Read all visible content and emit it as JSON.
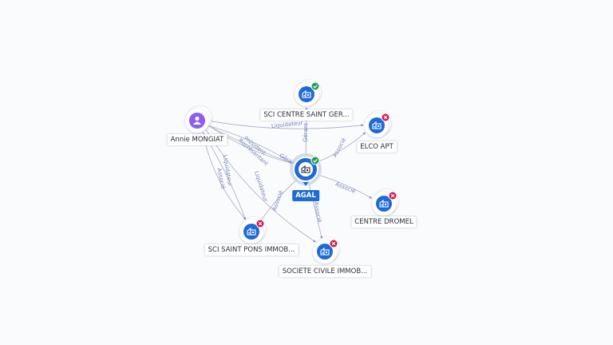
{
  "colors": {
    "node_blue": "#1e6bd6",
    "person_purple": "#8b5cf6",
    "active_green": "#1f9d55",
    "closed_red": "#d3184f",
    "edge_gray": "#a8adbf",
    "edge_text": "#7c83b8"
  },
  "nodes": [
    {
      "id": "agal",
      "label": "AGAL",
      "kind": "company-main",
      "status": "active",
      "icon": "building-icon"
    },
    {
      "id": "sci_centre",
      "label": "SCI CENTRE SAINT GER...",
      "kind": "company",
      "status": "active",
      "icon": "building-icon"
    },
    {
      "id": "elco",
      "label": "ELCO APT",
      "kind": "company",
      "status": "closed",
      "icon": "building-icon"
    },
    {
      "id": "centre_dromel",
      "label": "CENTRE DROMEL",
      "kind": "company",
      "status": "closed",
      "icon": "building-icon"
    },
    {
      "id": "societe_civile",
      "label": "SOCIETE CIVILE IMMOB...",
      "kind": "company",
      "status": "closed",
      "icon": "building-icon"
    },
    {
      "id": "sci_saint_pons",
      "label": "SCI SAINT PONS IMMOB...",
      "kind": "company",
      "status": "closed",
      "icon": "building-icon"
    },
    {
      "id": "annie",
      "label": "Annie MONGIAT",
      "kind": "person",
      "status": "none",
      "icon": "person-icon"
    }
  ],
  "edges": [
    {
      "from": "annie",
      "to": "elco",
      "label": "Liquidateur"
    },
    {
      "from": "annie",
      "to": "agal",
      "label": "Président"
    },
    {
      "from": "annie",
      "to": "agal",
      "label": "Représentant"
    },
    {
      "from": "annie",
      "to": "sci_saint_pons",
      "label": "Liquidateur"
    },
    {
      "from": "annie",
      "to": "sci_saint_pons",
      "label": "Associé"
    },
    {
      "from": "annie",
      "to": "societe_civile",
      "label": "Liquidateur"
    },
    {
      "from": "annie",
      "to": "agal",
      "label": "Gérant"
    },
    {
      "from": "agal",
      "to": "sci_centre",
      "label": "Gérant"
    },
    {
      "from": "agal",
      "to": "elco",
      "label": "Associé"
    },
    {
      "from": "agal",
      "to": "centre_dromel",
      "label": "Associé"
    },
    {
      "from": "agal",
      "to": "societe_civile",
      "label": "Associé"
    },
    {
      "from": "agal",
      "to": "sci_saint_pons",
      "label": "Associé"
    }
  ]
}
